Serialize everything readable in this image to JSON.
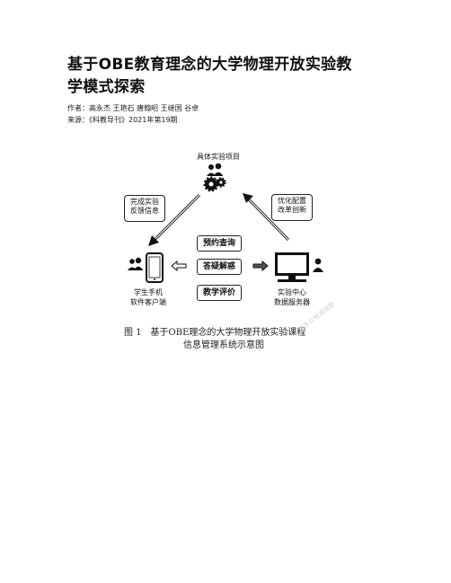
{
  "article": {
    "title_line1": "基于OBE教育理念的大学物理开放实验教",
    "title_line2": "学模式探索",
    "authors_label": "作者：",
    "authors": "高永杰 王艳石 唐翰昭 王继国 谷卓",
    "source_label": "来源：",
    "source": "《科教导刊》2021年第19期"
  },
  "figure": {
    "top_label": "具体实验项目",
    "left_box_line1": "完成实验",
    "left_box_line2": "反馈信息",
    "right_box_line1": "优化配置",
    "right_box_line2": "改革创新",
    "center_items": [
      "预约查询",
      "答疑解惑",
      "教学评价"
    ],
    "phone_label_line1": "学生手机",
    "phone_label_line2": "软件客户端",
    "server_label_line1": "实验中心",
    "server_label_line2": "数据服务器",
    "caption_line1": "图 1　基于OBE理念的大学物理开放实验课程",
    "caption_line2": "信息管理系统示意图",
    "watermark": "更多文档请搜索"
  },
  "icons": [
    "people-icon",
    "gears-icon",
    "smartphone-icon",
    "computer-monitor-icon",
    "arrow-left-icon",
    "arrow-right-icon"
  ]
}
